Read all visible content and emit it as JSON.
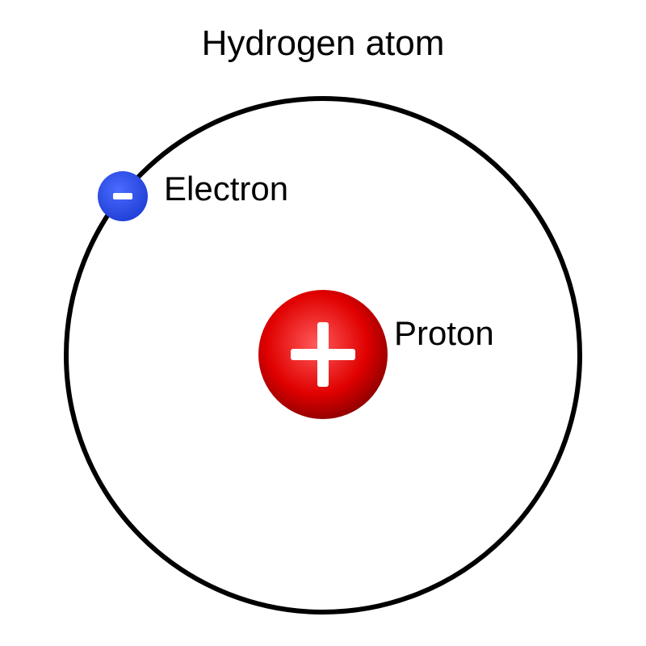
{
  "title": "Hydrogen atom",
  "labels": {
    "electron": "Electron",
    "proton": "Proton"
  },
  "colors": {
    "orbit": "#000000",
    "electron": "#1f3fd6",
    "electron_highlight": "#4b6cff",
    "proton": "#e00000",
    "proton_highlight": "#ff5a5a",
    "proton_shadow": "#8f0000",
    "sign": "#ffffff"
  },
  "icons": {
    "electron_sign": "minus-sign-icon",
    "proton_sign": "plus-sign-icon"
  }
}
